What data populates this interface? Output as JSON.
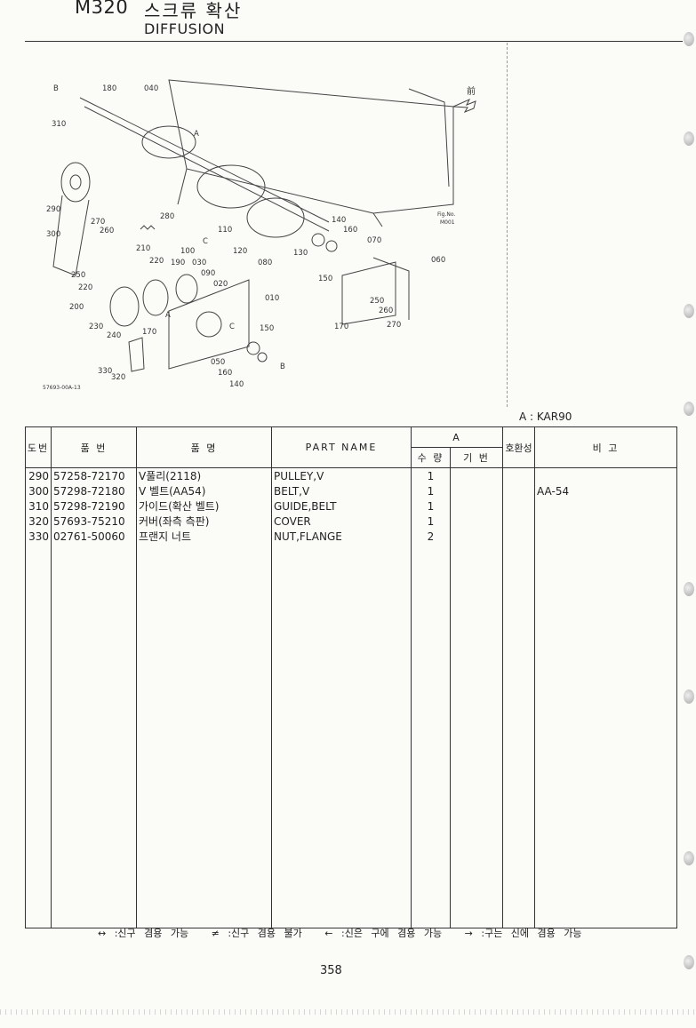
{
  "header": {
    "model": "M320",
    "title_kr": "스크류 확산",
    "title_en": "DIFFUSION"
  },
  "diagram": {
    "callouts": [
      "180",
      "040",
      "310",
      "290",
      "270",
      "260",
      "280",
      "300",
      "250",
      "220",
      "210",
      "220",
      "190",
      "030",
      "090",
      "110",
      "100",
      "120",
      "080",
      "020",
      "200",
      "230",
      "240",
      "170",
      "010",
      "150",
      "330",
      "320",
      "050",
      "160",
      "140",
      "130",
      "140",
      "160",
      "070",
      "060",
      "150",
      "250",
      "260",
      "170",
      "270"
    ],
    "letters": [
      "B",
      "A",
      "C",
      "A",
      "C",
      "B"
    ],
    "arrow_label": "前",
    "fig_label": "Fig.No. M001",
    "drawing_code": "57693-00A-13"
  },
  "reference": "A : KAR90",
  "table": {
    "headers": {
      "no": "도번",
      "part_no": "품  번",
      "name_kr": "품      명",
      "part_name": "PART NAME",
      "group_a": "A",
      "qty": "수 량",
      "base": "기 번",
      "compat": "호환성",
      "remarks": "비      고"
    },
    "rows": [
      {
        "no": "290",
        "part_no": "57258-72170",
        "name_kr": "V풀리(2118)",
        "part_name": "PULLEY,V",
        "qty": "1",
        "base": "",
        "compat": "",
        "remarks": ""
      },
      {
        "no": "300",
        "part_no": "57298-72180",
        "name_kr": "V 벨트(AA54)",
        "part_name": "BELT,V",
        "qty": "1",
        "base": "",
        "compat": "",
        "remarks": "AA-54"
      },
      {
        "no": "310",
        "part_no": "57298-72190",
        "name_kr": "가이드(확산 벨트)",
        "part_name": "GUIDE,BELT",
        "qty": "1",
        "base": "",
        "compat": "",
        "remarks": ""
      },
      {
        "no": "320",
        "part_no": "57693-75210",
        "name_kr": "커버(좌측 측판)",
        "part_name": "COVER",
        "qty": "1",
        "base": "",
        "compat": "",
        "remarks": ""
      },
      {
        "no": "330",
        "part_no": "02761-50060",
        "name_kr": "프랜지 너트",
        "part_name": "NUT,FLANGE",
        "qty": "2",
        "base": "",
        "compat": "",
        "remarks": ""
      }
    ]
  },
  "legend": [
    "↔ :신구 겸용 가능",
    "≠ :신구 겸용 불가",
    "← :신은 구에 겸용 가능",
    "→ :구는 신에 겸용 가능"
  ],
  "page_number": "358"
}
